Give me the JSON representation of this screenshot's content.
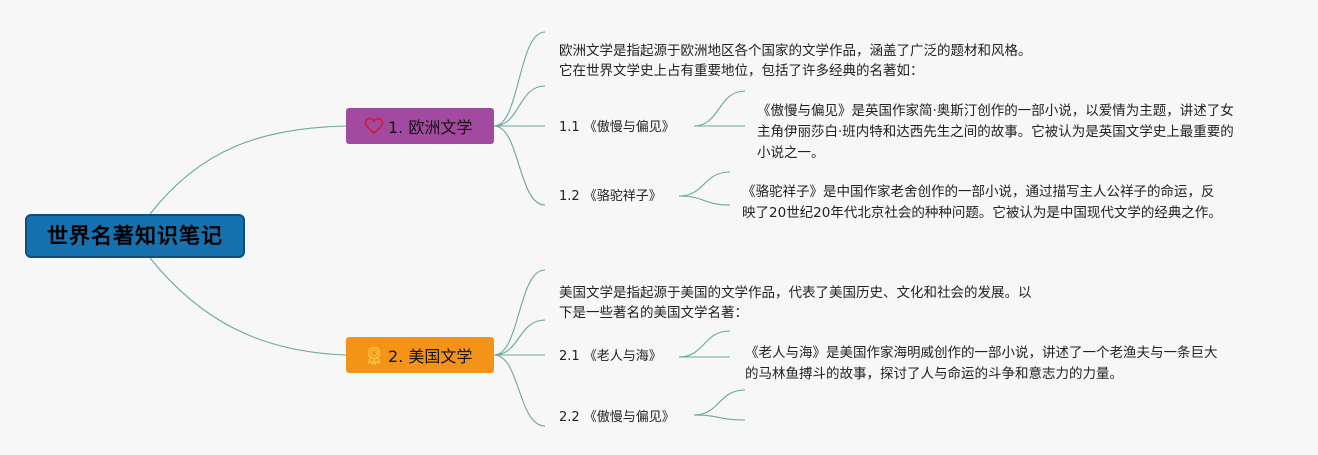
{
  "root": {
    "title": "世界名著知识笔记"
  },
  "branches": [
    {
      "label": "1. 欧洲文学",
      "color": "#a24aa0",
      "icon": "heart-icon",
      "icon_color": "#c8203f",
      "intro": [
        "欧洲文学是指起源于欧洲地区各个国家的文学作品，涵盖了广泛的题材和风格。",
        "它在世界文学史上占有重要地位，包括了许多经典的名著如："
      ],
      "items": [
        {
          "label": "1.1 《傲慢与偏见》",
          "desc": [
            "《傲慢与偏见》是英国作家简·奥斯汀创作的一部小说，以爱情为主题，讲述了女",
            "主角伊丽莎白·班内特和达西先生之间的故事。它被认为是英国文学史上最重要的",
            "小说之一。"
          ]
        },
        {
          "label": "1.2 《骆驼祥子》",
          "desc": [
            "《骆驼祥子》是中国作家老舍创作的一部小说，通过描写主人公祥子的命运，反",
            "映了20世纪20年代北京社会的种种问题。它被认为是中国现代文学的经典之作。"
          ]
        }
      ]
    },
    {
      "label": "2. 美国文学",
      "color": "#f39317",
      "icon": "award-ribbon-icon",
      "icon_color": "#f7c23a",
      "intro": [
        "美国文学是指起源于美国的文学作品，代表了美国历史、文化和社会的发展。以",
        "下是一些著名的美国文学名著："
      ],
      "items": [
        {
          "label": "2.1 《老人与海》",
          "desc": [
            "《老人与海》是美国作家海明威创作的一部小说，讲述了一个老渔夫与一条巨大",
            "的马林鱼搏斗的故事，探讨了人与命运的斗争和意志力的力量。"
          ]
        },
        {
          "label": "2.2 《傲慢与偏见》",
          "desc": []
        }
      ]
    }
  ],
  "edge_color": "#6aa89c",
  "background": "#f7f7f7"
}
